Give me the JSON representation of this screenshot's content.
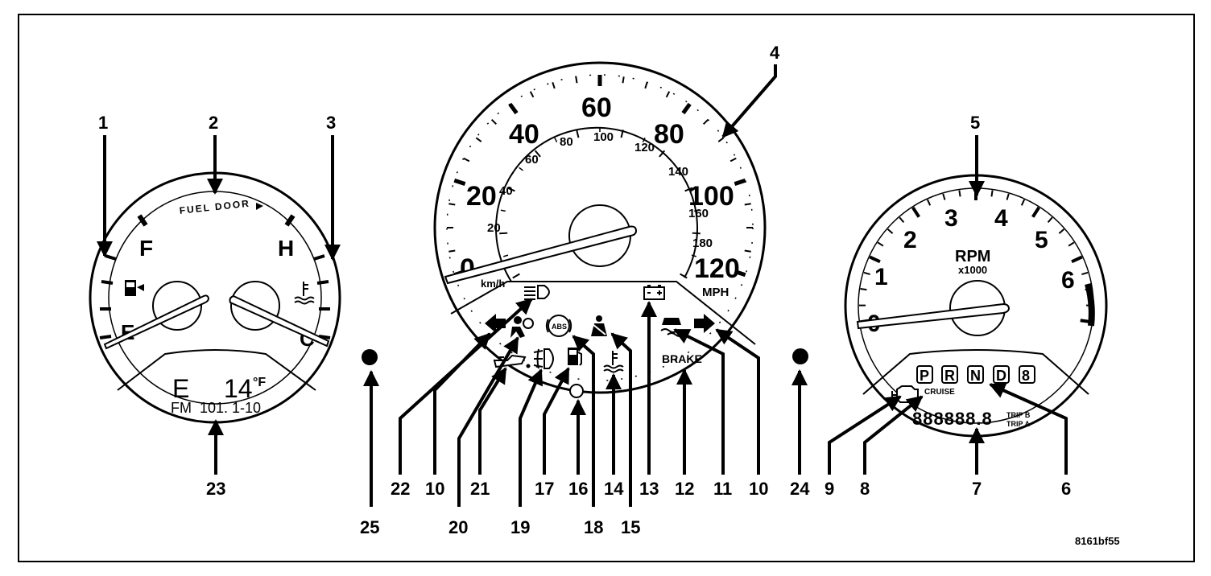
{
  "fuel_temp_gauge": {
    "fuel_door_label": "FUEL DOOR",
    "full_label": "F",
    "empty_label": "E",
    "hot_label": "H",
    "cold_label": "C",
    "fuel_icon": "fuel-pump-icon",
    "temp_icon": "coolant-temperature-icon"
  },
  "overhead_console_display": {
    "compass": "E",
    "temperature": "14",
    "temperature_unit": "°F",
    "radio": "FM  101. 1-10"
  },
  "speedometer": {
    "mph_ticks": [
      "0",
      "20",
      "40",
      "60",
      "80",
      "100",
      "120"
    ],
    "kmh_ticks": [
      "20",
      "40",
      "60",
      "80",
      "100",
      "120",
      "140",
      "160",
      "180"
    ],
    "kmh_unit": "km/h",
    "mph_unit": "MPH",
    "brake_label": "BRAKE",
    "abs_label": "ABS",
    "indicator_icons": [
      "high-beam-icon",
      "turn-left-icon",
      "airbag-icon",
      "abs-icon",
      "seatbelt-icon",
      "battery-icon",
      "traction-control-icon",
      "turn-right-icon",
      "oil-pressure-icon",
      "front-fog-icon",
      "low-fuel-icon",
      "indicator-light-icon",
      "coolant-temperature-icon"
    ]
  },
  "tachometer": {
    "ticks": [
      "0",
      "1",
      "2",
      "3",
      "4",
      "5",
      "6"
    ],
    "unit_label": "RPM",
    "multiplier_label": "x1000",
    "gear_selector": [
      "P",
      "R",
      "N",
      "D",
      "8"
    ],
    "cruise_label": "CRUISE",
    "odometer": "888888.8",
    "trip_b_label": "TRIP B",
    "trip_a_label": "TRIP A",
    "check_engine_icon": "check-engine-icon"
  },
  "callouts": {
    "c1": "1",
    "c2": "2",
    "c3": "3",
    "c4": "4",
    "c5": "5",
    "c6": "6",
    "c7": "7",
    "c8": "8",
    "c9": "9",
    "c10a": "10",
    "c10b": "10",
    "c11": "11",
    "c12": "12",
    "c13": "13",
    "c14": "14",
    "c15": "15",
    "c16": "16",
    "c17": "17",
    "c18": "18",
    "c19": "19",
    "c20": "20",
    "c21": "21",
    "c22": "22",
    "c23": "23",
    "c24": "24",
    "c25": "25"
  },
  "figure_code": "8161bf55"
}
